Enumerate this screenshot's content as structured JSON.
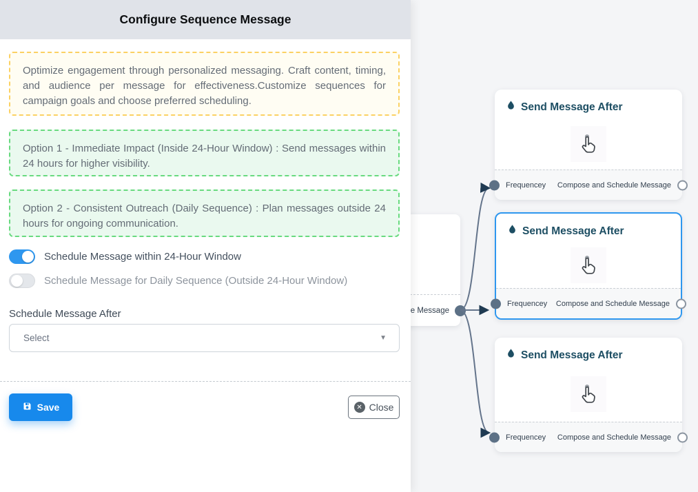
{
  "panel": {
    "title": "Configure Sequence Message",
    "info_note": "Optimize engagement through personalized messaging. Craft content, timing, and audience per message for effectiveness.Customize sequences for campaign goals and choose preferred scheduling.",
    "option1": "Option 1 - Immediate Impact (Inside 24-Hour Window) : Send messages within 24 hours for higher visibility.",
    "option2": "Option 2 - Consistent Outreach (Daily Sequence) : Plan messages outside 24 hours for ongoing communication.",
    "toggles": [
      {
        "label": "Schedule Message within 24-Hour Window",
        "state": "on"
      },
      {
        "label": "Schedule Message for Daily Sequence (Outside 24-Hour Window)",
        "state": "off"
      }
    ],
    "schedule_after": {
      "label": "Schedule Message After",
      "value": "Select"
    },
    "buttons": {
      "save": "Save",
      "close": "Close"
    }
  },
  "flow": {
    "parent_node": {
      "visible_label": "ce Message"
    },
    "nodes": [
      {
        "title": "Send Message After",
        "footer_left": "Frequencey",
        "footer_right": "Compose and Schedule Message",
        "selected": false
      },
      {
        "title": "Send Message After",
        "footer_left": "Frequencey",
        "footer_right": "Compose and Schedule Message",
        "selected": true
      },
      {
        "title": "Send Message After",
        "footer_left": "Frequencey",
        "footer_right": "Compose and Schedule Message",
        "selected": false
      }
    ]
  },
  "colors": {
    "accent_blue": "#1789ec",
    "toggle_on": "#2e97ef",
    "selected_node_border": "#2e97ef",
    "warning_border": "#fbd163",
    "success_border": "#68da7f",
    "edge": "#64748b",
    "arrow": "#1f3a52",
    "node_title": "#1d4e63"
  }
}
